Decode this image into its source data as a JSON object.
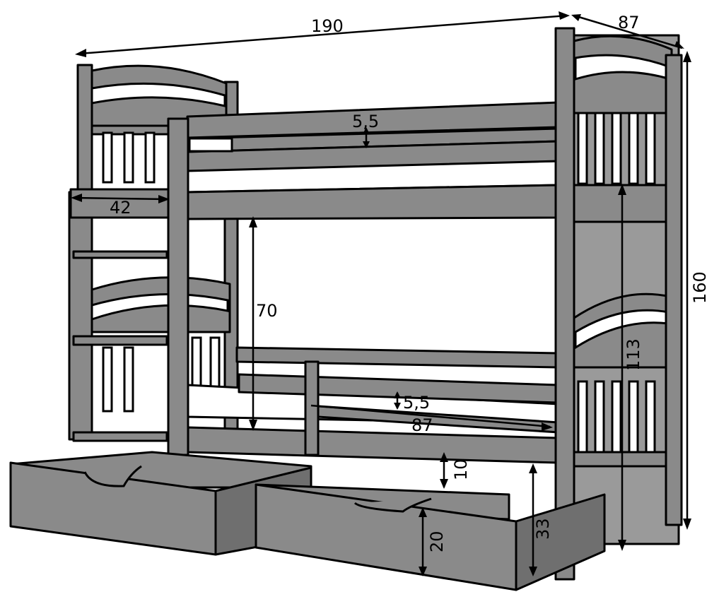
{
  "dimensions": {
    "length": "190",
    "depth": "87",
    "height": "160",
    "ladder_width": "42",
    "rail_top": "5,5",
    "rail_bottom": "5,5",
    "inner_length": "87",
    "lower_clearance": "70",
    "upper_height": "113",
    "drawer_gap": "10",
    "drawer_height": "20",
    "drawer_total": "33"
  },
  "colors": {
    "wood": "#8a8a8a",
    "outline": "#000000",
    "mattress": "#ffffff"
  }
}
